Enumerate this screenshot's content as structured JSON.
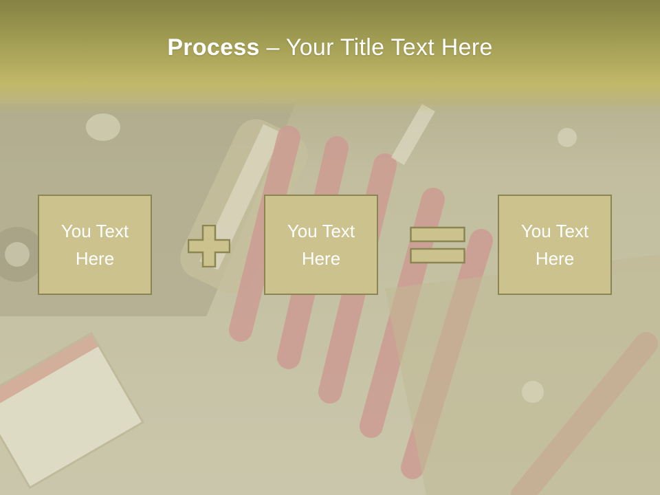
{
  "slide": {
    "title": {
      "bold": "Process",
      "rest": " – Your Title Text Here"
    },
    "boxes": [
      {
        "text": "You Text Here"
      },
      {
        "text": "You Text Here"
      },
      {
        "text": "You Text Here"
      }
    ],
    "operators": [
      "plus-icon",
      "equals-icon"
    ],
    "colors": {
      "title_band": "#a4a055",
      "box_fill": "#cbc28d",
      "box_border": "#8a8553",
      "text": "#ffffff",
      "spring_red": "#c98080"
    }
  }
}
